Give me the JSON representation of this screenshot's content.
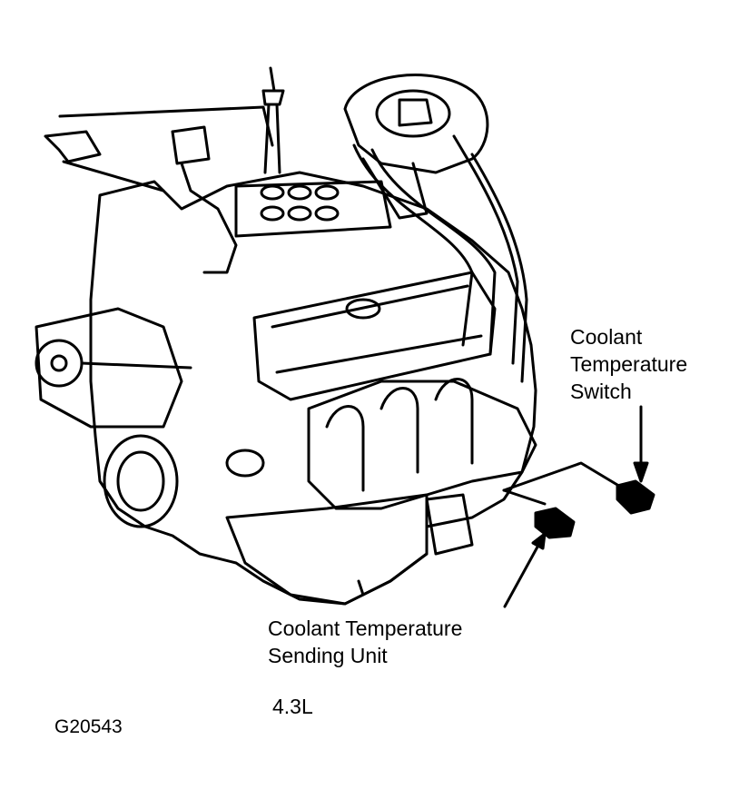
{
  "labels": {
    "coolant_temperature_switch": [
      "Coolant",
      "Temperature",
      "Switch"
    ],
    "coolant_temperature_sending_unit": [
      "Coolant Temperature",
      "Sending Unit"
    ],
    "engine": "4.3L",
    "figure_id": "G20543"
  },
  "colors": {
    "ink": "#000000",
    "paper": "#ffffff"
  }
}
